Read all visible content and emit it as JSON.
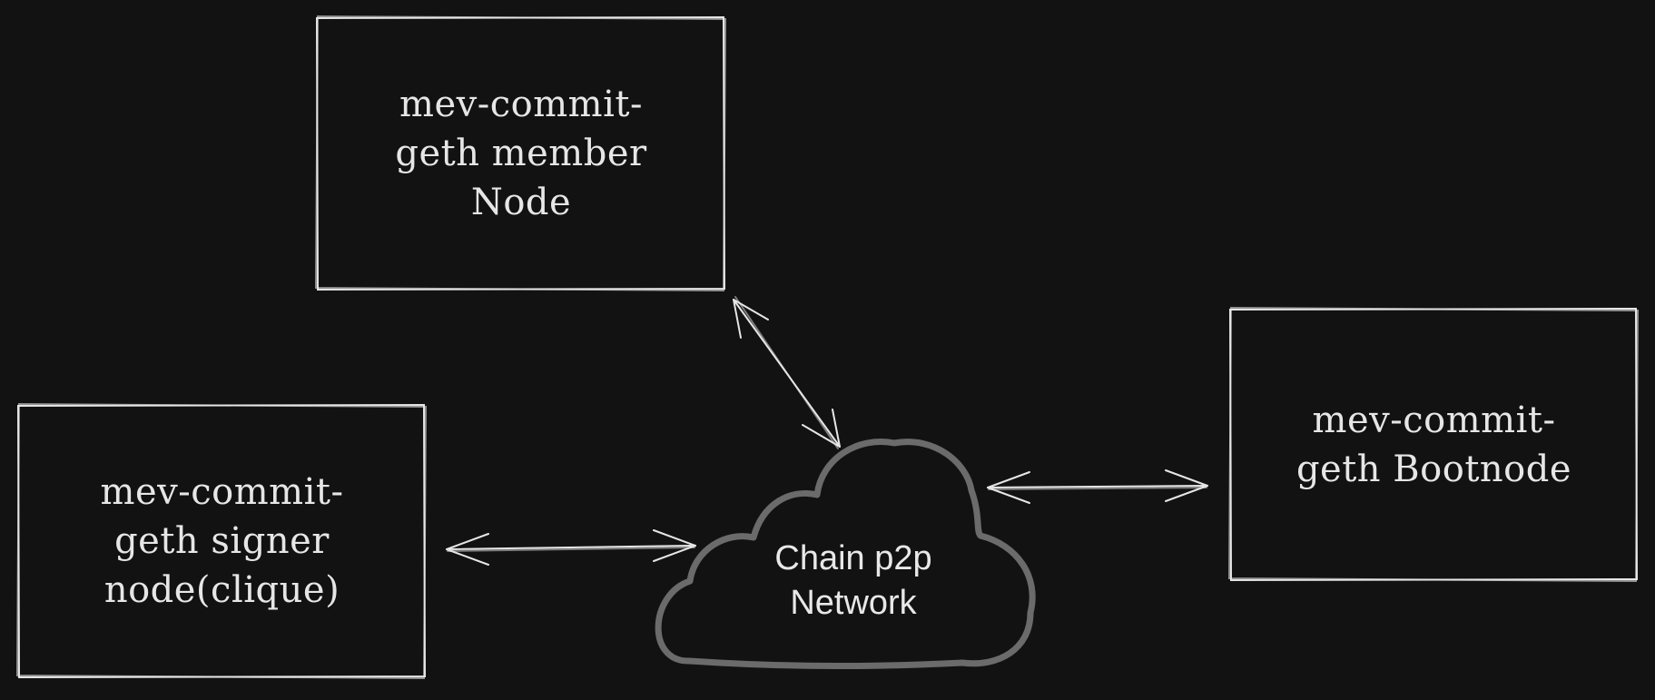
{
  "diagram": {
    "background": "#121212",
    "stroke_color": "#e6e6e6",
    "cloud_color": "#6b6b6b",
    "nodes": {
      "member": {
        "label": "mev-commit-\ngeth member\nNode"
      },
      "signer": {
        "label": "mev-commit-\ngeth signer\nnode(clique)"
      },
      "bootnode": {
        "label": "mev-commit-\ngeth Bootnode"
      },
      "network": {
        "label": "Chain p2p\nNetwork",
        "shape": "cloud"
      }
    },
    "edges": [
      {
        "from": "member",
        "to": "network",
        "arrows": "both"
      },
      {
        "from": "signer",
        "to": "network",
        "arrows": "both"
      },
      {
        "from": "network",
        "to": "bootnode",
        "arrows": "both"
      }
    ]
  }
}
